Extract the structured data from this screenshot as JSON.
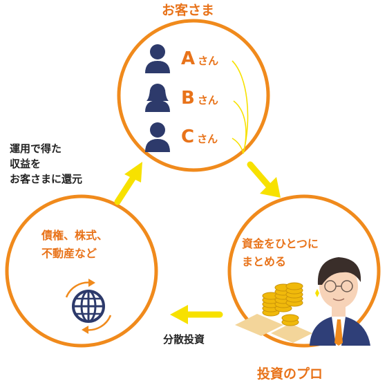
{
  "customers": {
    "title": "お客さま",
    "people": [
      {
        "letter": "A",
        "suffix": "さん"
      },
      {
        "letter": "B",
        "suffix": "さん"
      },
      {
        "letter": "C",
        "suffix": "さん"
      }
    ]
  },
  "pro": {
    "title": "投資のプロ",
    "caption_line1": "資金をひとつに",
    "caption_line2": "まとめる"
  },
  "assets": {
    "line1": "債権、株式、",
    "line2": "不動産など"
  },
  "flows": {
    "return_line1": "運用で得た",
    "return_line2": "収益を",
    "return_line3": "お客さまに還元",
    "diversify": "分散投資"
  },
  "colors": {
    "ring": "#f08a1c",
    "arrow": "#f7e100",
    "accent_text": "#e8731a",
    "person": "#2d3a6b",
    "globe": "#2d3a6b"
  },
  "icons": [
    "person-icon",
    "globe-icon",
    "coins-icon",
    "investor-illustration"
  ]
}
